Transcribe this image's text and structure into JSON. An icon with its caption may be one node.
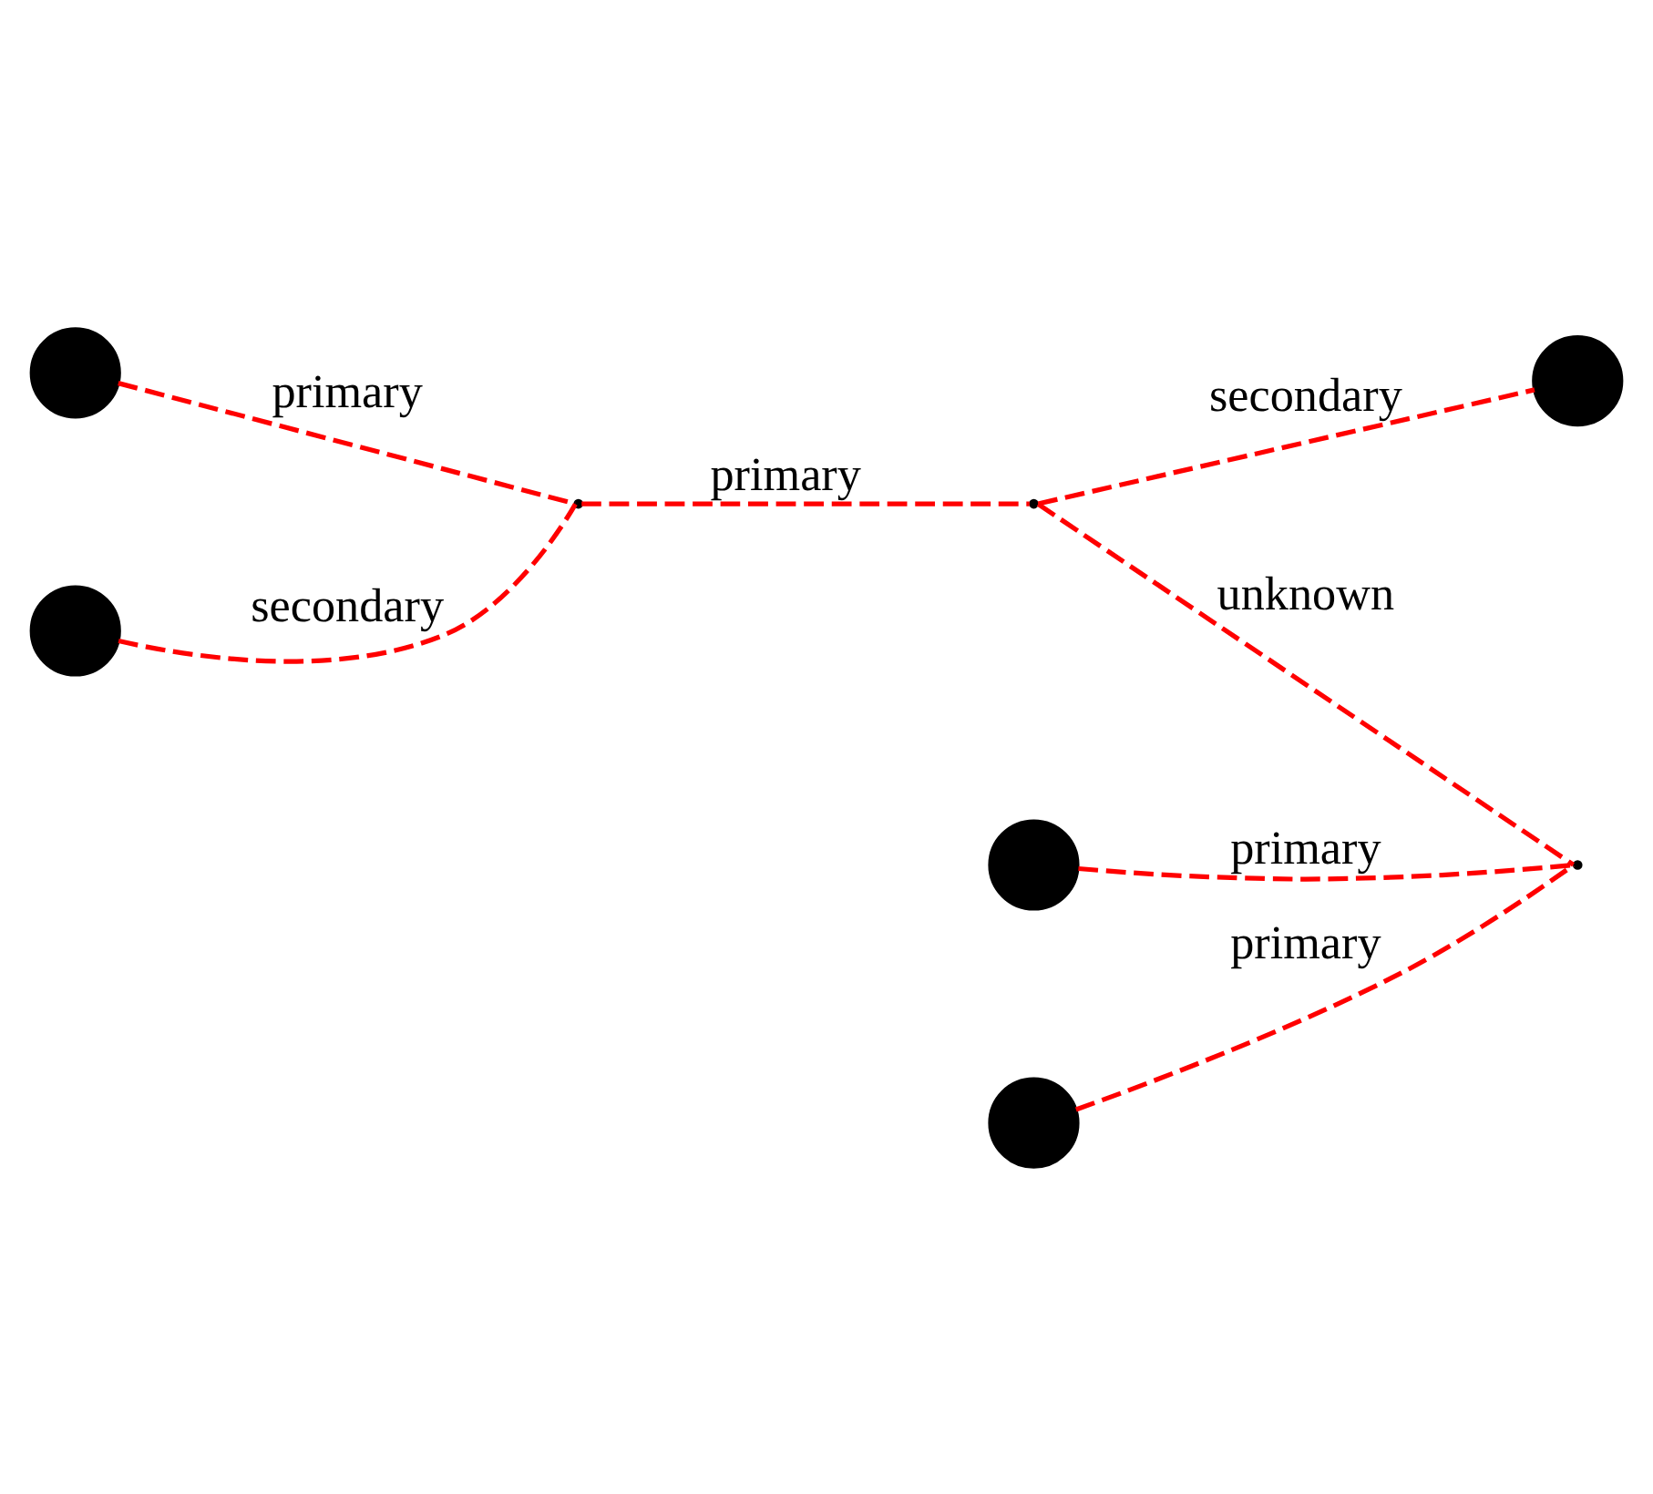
{
  "diagram": {
    "nodes": [
      {
        "text": [],
        "shape": "circle"
      },
      {
        "text": [],
        "shape": "circle"
      },
      {
        "text": [],
        "shape": "point"
      },
      {
        "text": [],
        "shape": "point"
      },
      {
        "text": [],
        "shape": "circle"
      },
      {
        "text": [],
        "shape": "point"
      },
      {
        "text": [],
        "shape": "circle"
      },
      {
        "text": [],
        "shape": "circle"
      }
    ],
    "edges": [
      {
        "from": 0,
        "to": 2,
        "arrow": "none",
        "label": "primary",
        "style": "dashed"
      },
      {
        "from": 1,
        "to": 2,
        "arrow": "none",
        "label": "secondary",
        "style": "dashed"
      },
      {
        "from": 2,
        "to": 3,
        "arrow": "none",
        "label": "primary",
        "style": "dashed"
      },
      {
        "from": 3,
        "to": 6,
        "arrow": "none",
        "label": "secondary",
        "style": "dashed"
      },
      {
        "from": 3,
        "to": 5,
        "arrow": "none",
        "label": "unknown",
        "style": "dashed"
      },
      {
        "from": 4,
        "to": 5,
        "arrow": "none",
        "label": "primary",
        "style": "dashed"
      },
      {
        "from": 7,
        "to": 5,
        "arrow": "none",
        "label": "primary",
        "style": "dashed"
      }
    ]
  }
}
